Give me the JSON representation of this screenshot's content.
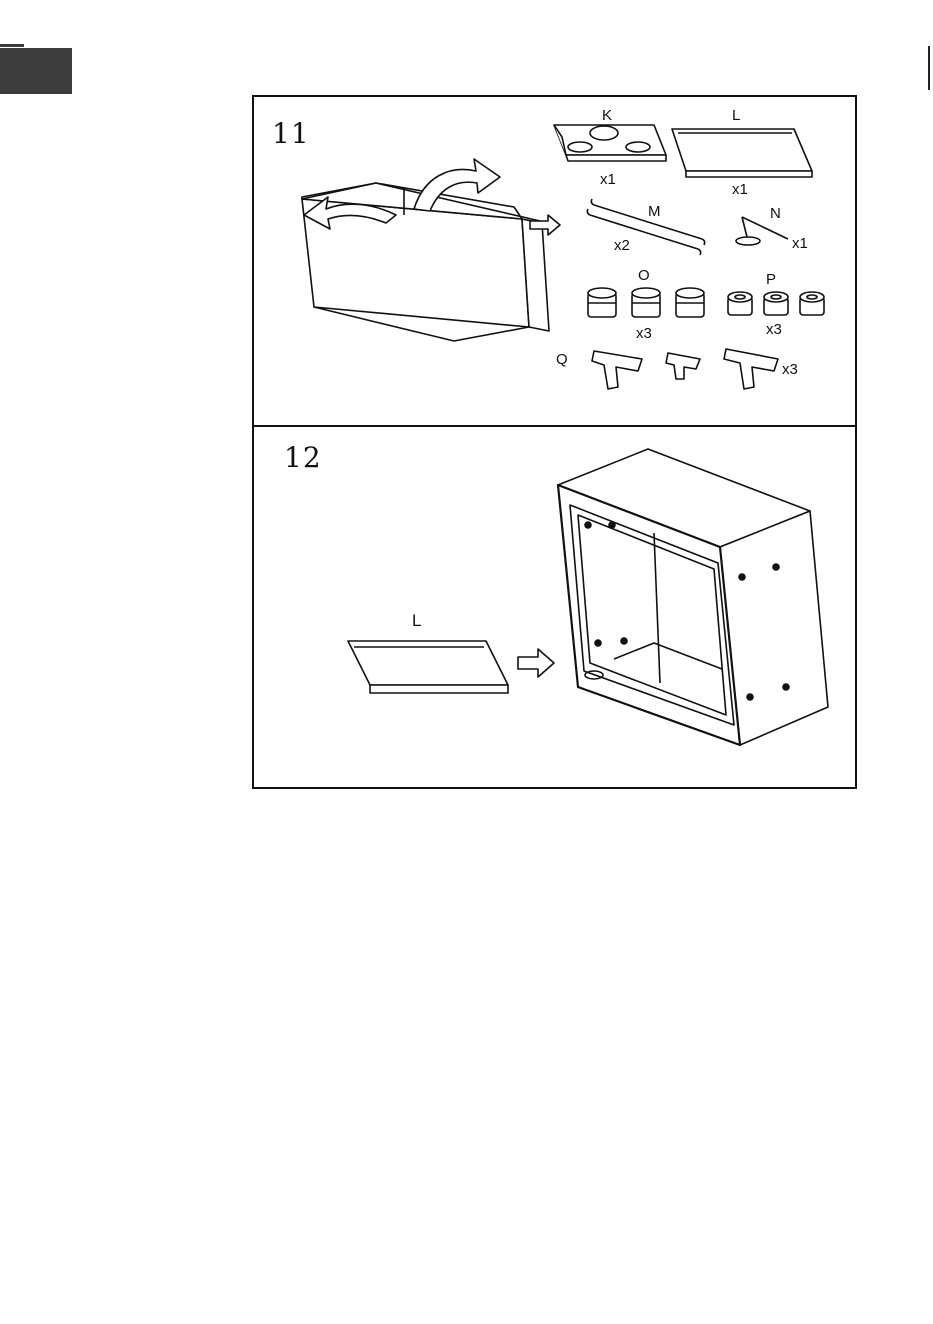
{
  "page": {
    "accent_color": "#3c3c3c"
  },
  "step11": {
    "number": "11",
    "parts": {
      "K": {
        "letter": "K",
        "qty": "x1"
      },
      "L": {
        "letter": "L",
        "qty": "x1"
      },
      "M": {
        "letter": "M",
        "qty": "x2"
      },
      "N": {
        "letter": "N",
        "qty": "x1"
      },
      "O": {
        "letter": "O",
        "qty": "x3"
      },
      "P": {
        "letter": "P",
        "qty": "x3"
      },
      "Q": {
        "letter": "Q",
        "qty": "x3"
      }
    }
  },
  "step12": {
    "number": "12",
    "part_label": "L"
  }
}
